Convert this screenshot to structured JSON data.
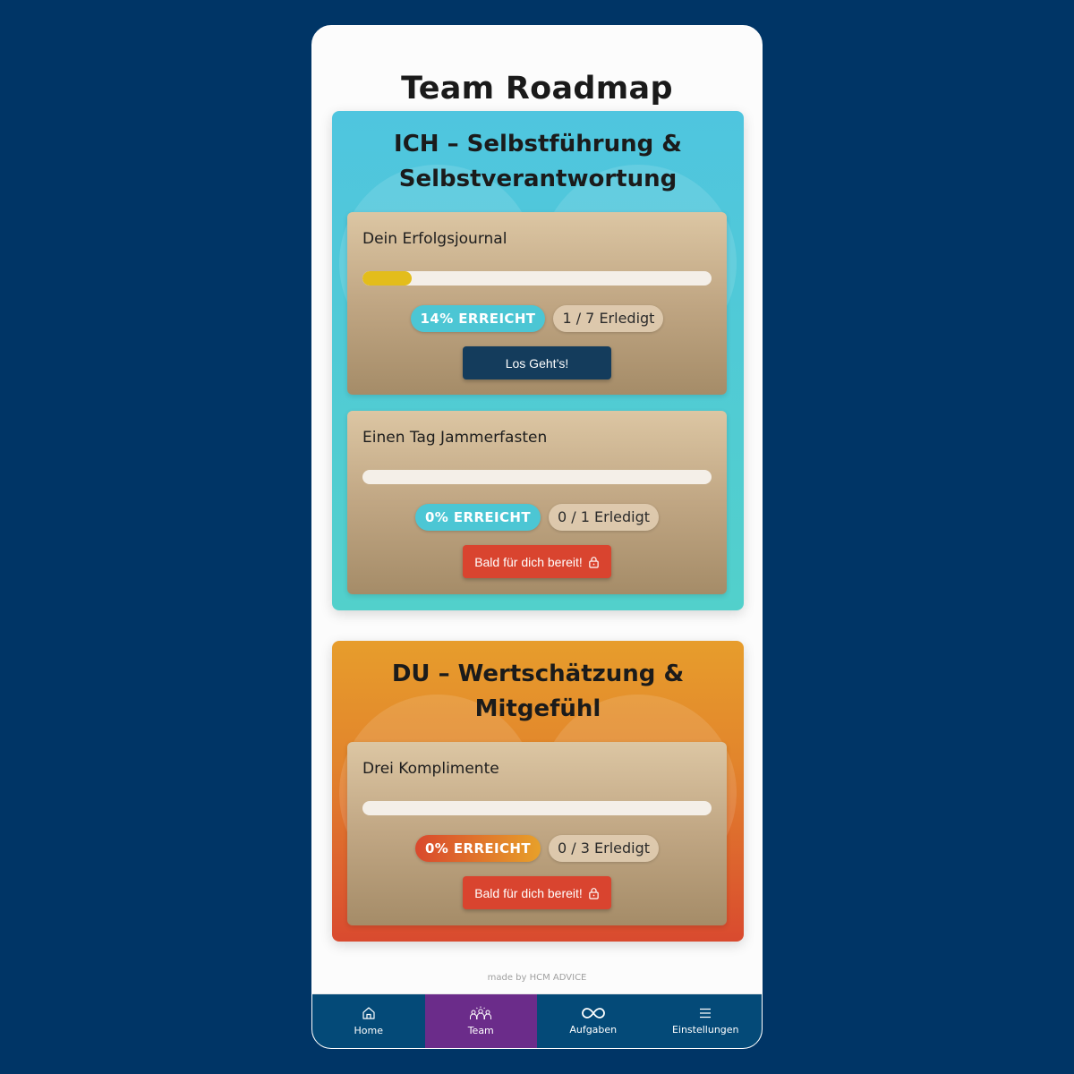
{
  "page": {
    "title": "Team Roadmap"
  },
  "sections": [
    {
      "title": "ICH – Selbstführung & Selbstverantwortung",
      "cards": [
        {
          "title": "Dein Erfolgsjournal",
          "progress_percent": 14,
          "percent_label": "14% ERREICHT",
          "count_label": "1 / 7 Erledigt",
          "button_label": "Los Geht’s!"
        },
        {
          "title": "Einen Tag Jammerfasten",
          "progress_percent": 0,
          "percent_label": "0% ERREICHT",
          "count_label": "0 / 1 Erledigt",
          "button_label": "Bald für dich bereit!"
        }
      ]
    },
    {
      "title": "DU – Wertschätzung & Mitgefühl",
      "cards": [
        {
          "title": "Drei Komplimente",
          "progress_percent": 0,
          "percent_label": "0% ERREICHT",
          "count_label": "0 / 3 Erledigt",
          "button_label": "Bald für dich bereit!"
        }
      ]
    }
  ],
  "footer": {
    "credit": "made by HCM ADVICE"
  },
  "nav": {
    "items": [
      {
        "label": "Home",
        "icon": "home-icon"
      },
      {
        "label": "Team",
        "icon": "team-icon"
      },
      {
        "label": "Aufgaben",
        "icon": "infinity-icon"
      },
      {
        "label": "Einstellungen",
        "icon": "menu-icon"
      }
    ],
    "active": "Team"
  },
  "colors": {
    "background": "#003566",
    "ich_section": "#4fc5df",
    "du_section": "#e2852c",
    "progress_fill": "#e3bd1b",
    "go_button": "#143c5c",
    "locked_button": "#d9442f",
    "tabbar": "#044a78",
    "tab_active": "#6b2c8a"
  }
}
